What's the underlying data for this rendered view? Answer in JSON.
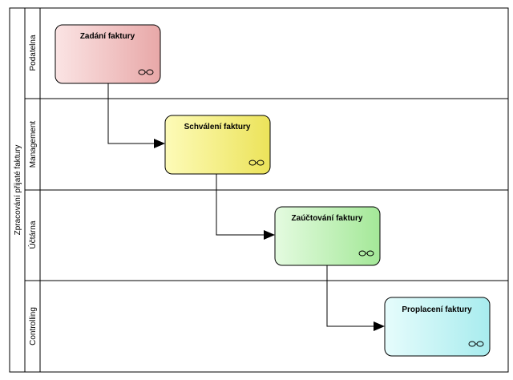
{
  "pool": {
    "title": "Zpracování přijaté faktury"
  },
  "lanes": [
    {
      "label": "Podatelna"
    },
    {
      "label": "Management"
    },
    {
      "label": "Účtárna"
    },
    {
      "label": "Controlling"
    }
  ],
  "tasks": [
    {
      "label": "Zadání faktury",
      "color_start": "#fbe4e4",
      "color_end": "#e8a8a8",
      "icon": "subprocess-glasses-icon"
    },
    {
      "label": "Schválení faktury",
      "color_start": "#fdfbb8",
      "color_end": "#ece35a",
      "icon": "subprocess-glasses-icon"
    },
    {
      "label": "Zaúčtování faktury",
      "color_start": "#e4fbe0",
      "color_end": "#a4e898",
      "icon": "subprocess-glasses-icon"
    },
    {
      "label": "Proplacení faktury",
      "color_start": "#e6fcfc",
      "color_end": "#a8ecee",
      "icon": "subprocess-glasses-icon"
    }
  ]
}
